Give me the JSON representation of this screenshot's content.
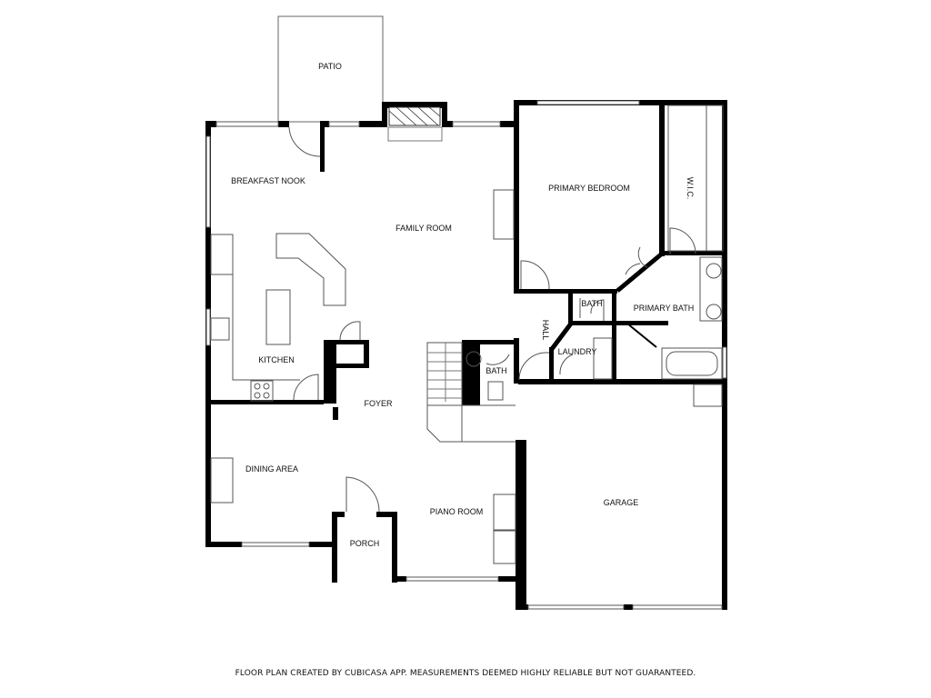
{
  "rooms": {
    "patio": "PATIO",
    "breakfast_nook": "BREAKFAST NOOK",
    "family_room": "FAMILY ROOM",
    "primary_bedroom": "PRIMARY BEDROOM",
    "wic": "W.I.C.",
    "bath_small": "BATH",
    "primary_bath": "PRIMARY BATH",
    "hall": "HALL",
    "laundry": "LAUNDRY",
    "kitchen": "KITCHEN",
    "bath_half": "BATH",
    "foyer": "FOYER",
    "dining_area": "DINING AREA",
    "piano_room": "PIANO ROOM",
    "porch": "PORCH",
    "garage": "GARAGE"
  },
  "footer": "FLOOR PLAN CREATED BY CUBICASA APP. MEASUREMENTS DEEMED HIGHLY RELIABLE BUT NOT GUARANTEED.",
  "colors": {
    "wall": "#000000",
    "line": "#555555",
    "background": "#ffffff"
  }
}
